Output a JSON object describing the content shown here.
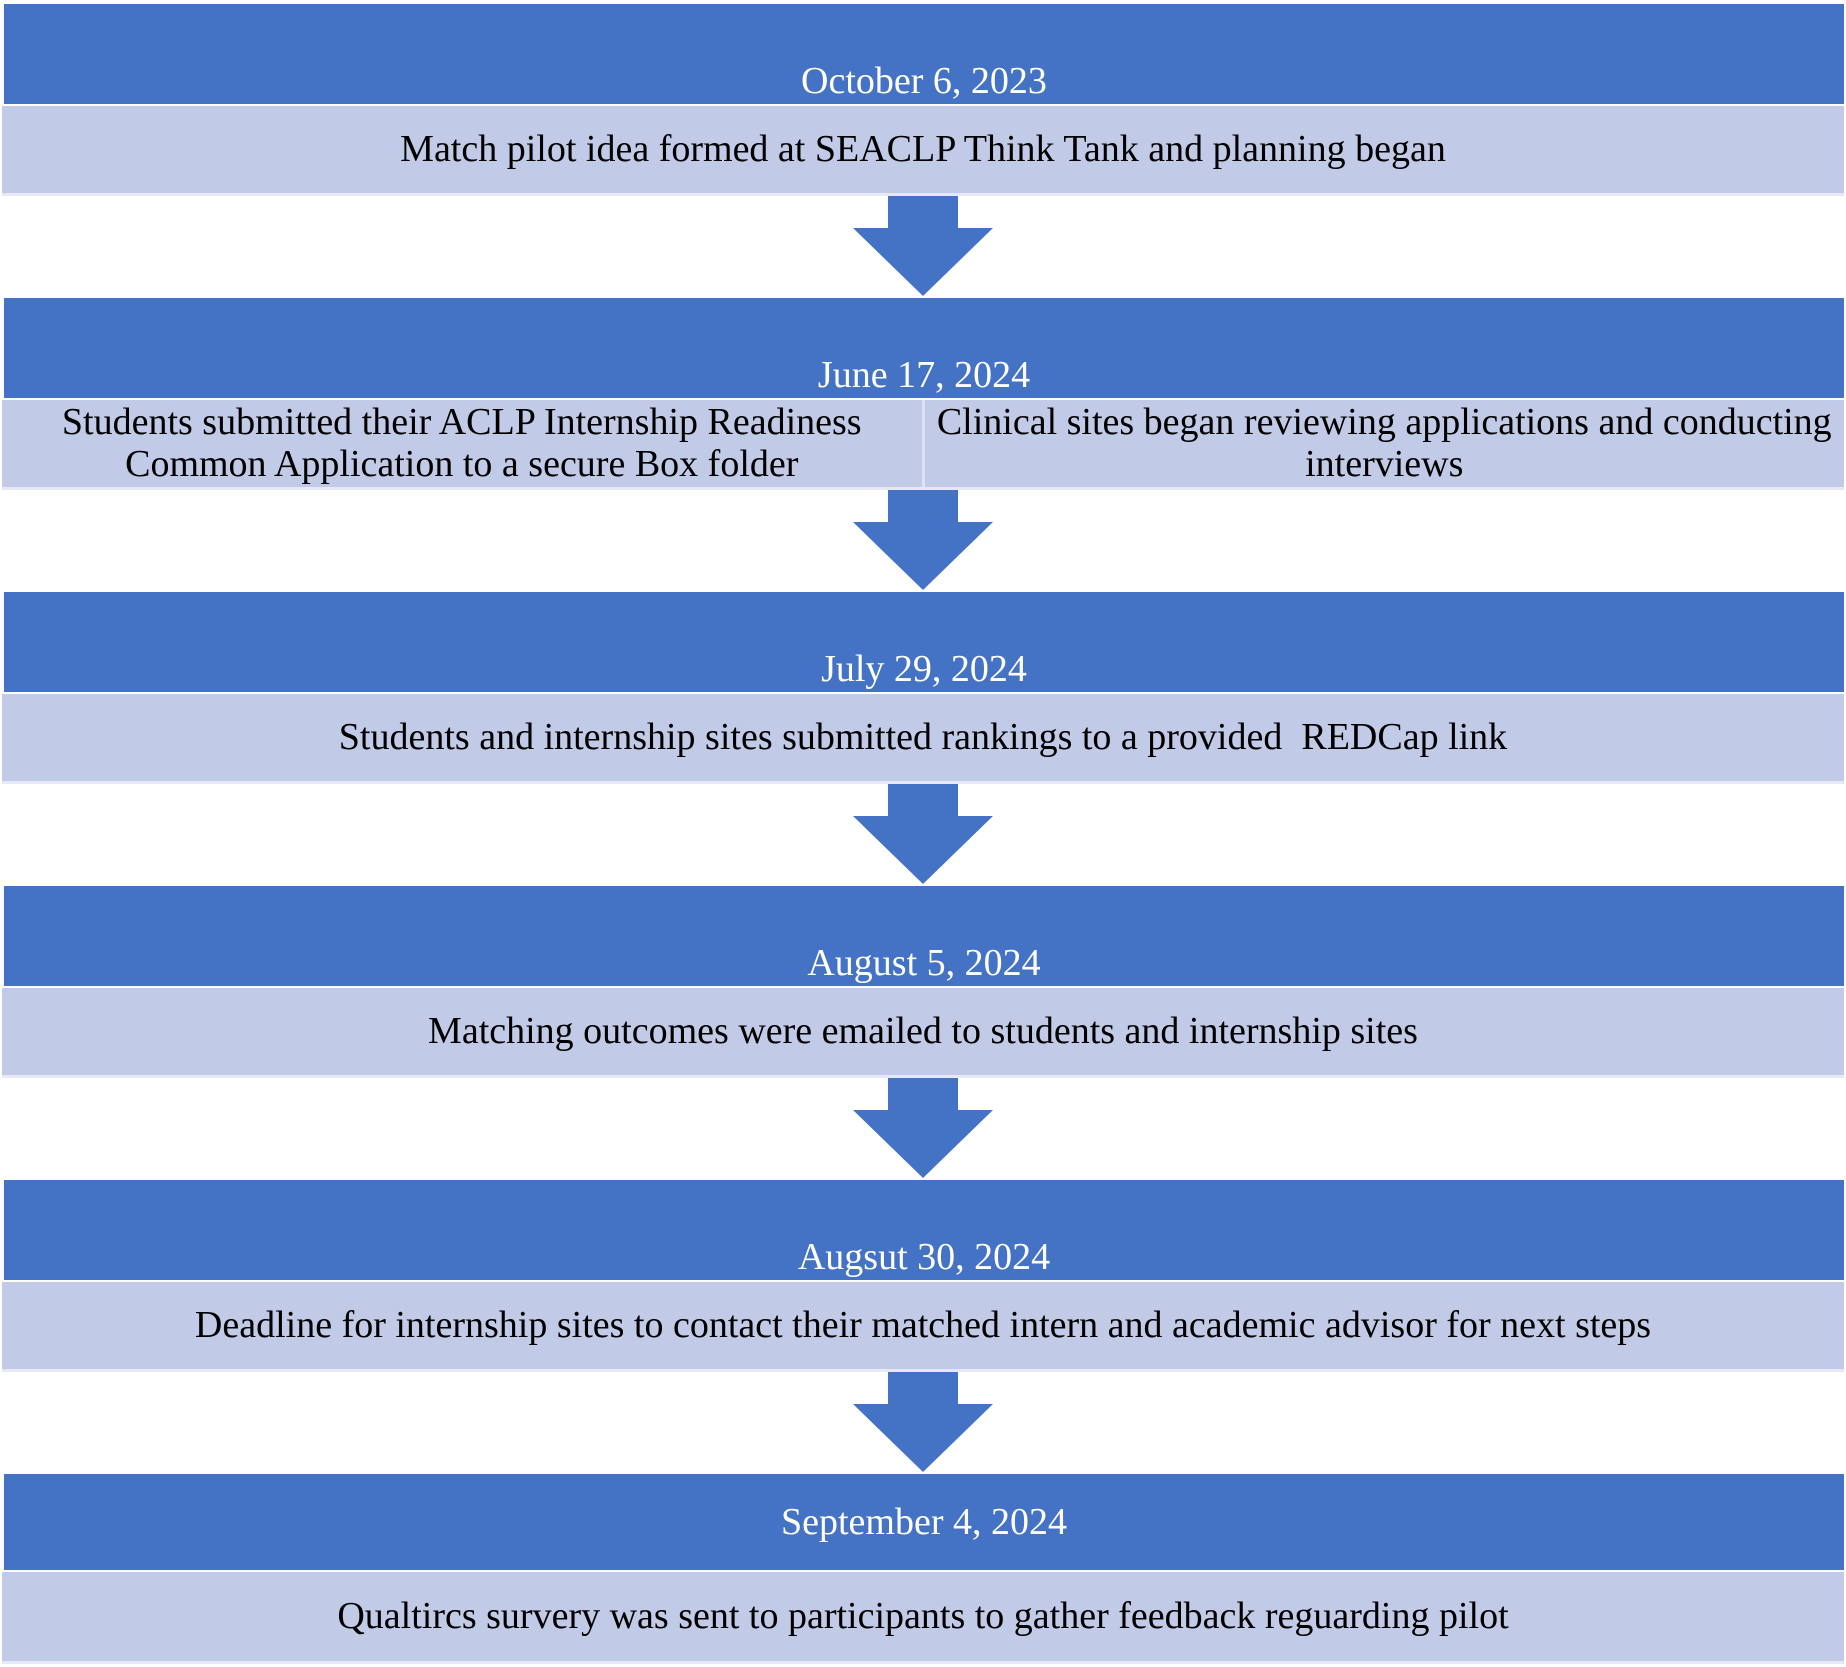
{
  "colors": {
    "header_fill": "#4472C4",
    "body_fill": "#C1CAE6",
    "arrow_fill": "#4472C4",
    "header_text": "#FFFFFF",
    "body_text": "#000000"
  },
  "steps": [
    {
      "date": "October 6, 2023",
      "description": "Match pilot idea formed at SEACLP Think Tank and planning began"
    },
    {
      "date": "June 17, 2024",
      "description_left": "Students submitted their ACLP Internship Readiness Common Application to a secure Box folder",
      "description_right": "Clinical sites began reviewing applications and conducting interviews"
    },
    {
      "date": "July 29, 2024",
      "description": "Students and internship sites submitted rankings to a provided  REDCap link"
    },
    {
      "date": "August 5, 2024",
      "description": "Matching outcomes were emailed to students and internship sites"
    },
    {
      "date": "Augsut 30, 2024",
      "description": "Deadline for internship sites to contact their matched intern and academic advisor for next steps"
    },
    {
      "date": "September 4, 2024",
      "description": "Qualtircs survery was sent to participants to gather feedback reguarding pilot"
    }
  ],
  "arrow_icon": "down-arrow-icon"
}
